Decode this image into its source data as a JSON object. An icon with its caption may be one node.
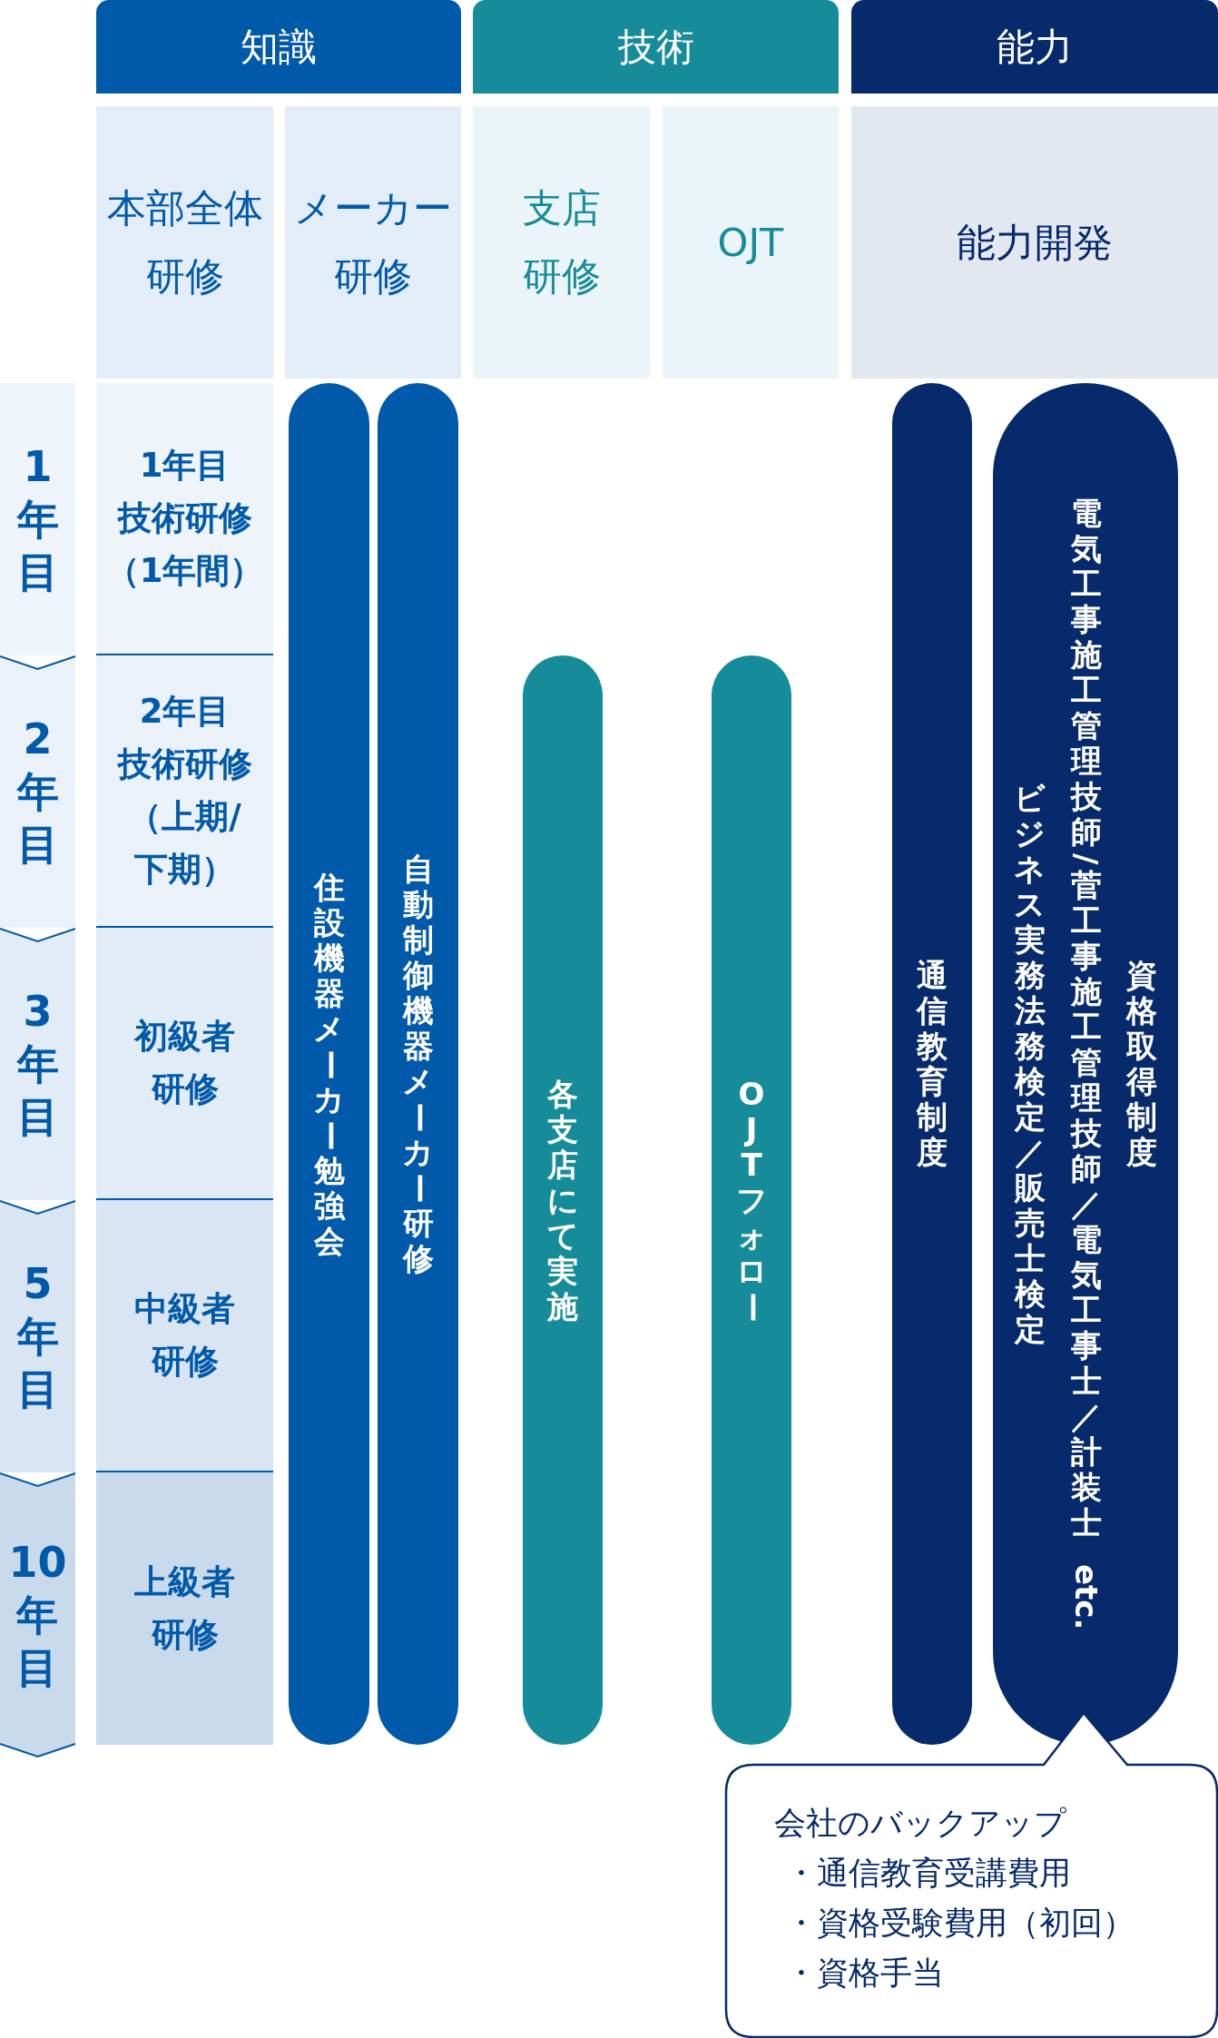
{
  "diagram": {
    "nodes": [
      {
        "text": [
          "知識"
        ]
      },
      {
        "text": [
          "技術"
        ]
      },
      {
        "text": [
          "能力"
        ]
      },
      {
        "text": [
          "本部全体研修"
        ]
      },
      {
        "text": [
          "メーカー研修"
        ]
      },
      {
        "text": [
          "支店研修"
        ]
      },
      {
        "text": [
          "OJT"
        ]
      },
      {
        "text": [
          "能力開発"
        ]
      },
      {
        "text": [
          "1年目"
        ]
      },
      {
        "text": [
          "2年目"
        ]
      },
      {
        "text": [
          "3年目"
        ]
      },
      {
        "text": [
          "5年目"
        ]
      },
      {
        "text": [
          "10年目"
        ]
      },
      {
        "text": [
          "1年目技術研修（1年間）"
        ]
      },
      {
        "text": [
          "2年目技術研修（上期/下期）"
        ]
      },
      {
        "text": [
          "初級者研修"
        ]
      },
      {
        "text": [
          "中級者研修"
        ]
      },
      {
        "text": [
          "上級者研修"
        ]
      },
      {
        "text": [
          "住設機器メーカー勉強会"
        ]
      },
      {
        "text": [
          "自動制御機器メーカー研修"
        ]
      },
      {
        "text": [
          "各支店にて実施"
        ]
      },
      {
        "text": [
          "OJTフォロー"
        ]
      },
      {
        "text": [
          "通信教育制度"
        ]
      },
      {
        "text": [
          "ビジネス実務法務検定／販売士検定",
          "電気工事施工管理技師/菅工事施工管理技師／電気工事士／計装士 etc.",
          "資格取得制度"
        ]
      },
      {
        "text": [
          "会社のバックアップ",
          "・通信教育受講費用",
          "・資格受験費用（初回）",
          "・資格手当"
        ]
      }
    ]
  }
}
